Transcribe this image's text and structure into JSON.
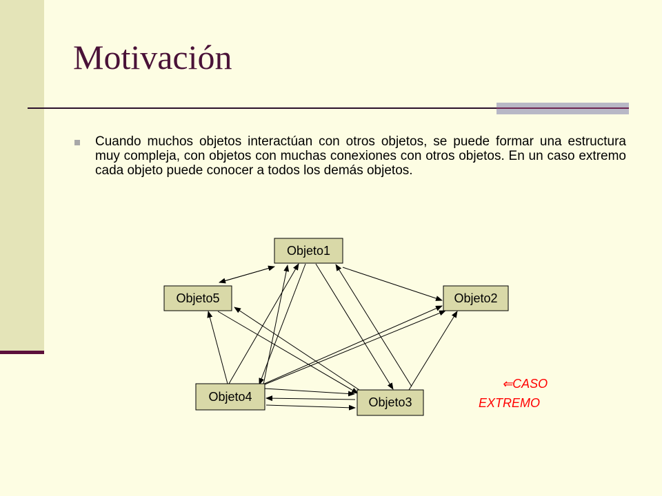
{
  "slide": {
    "title": "Motivación",
    "bullet": "Cuando muchos objetos interactúan con otros objetos, se puede formar una estructura muy compleja, con objetos con muchas conexiones con otros objetos. En un caso extremo cada objeto puede conocer a todos los demás objetos.",
    "note_arrow": "⇐",
    "note_line1": "CASO",
    "note_line2": "EXTREMO"
  },
  "colors": {
    "background": "#fdfde3",
    "side_bar": "#e4e4b8",
    "title": "#4a1238",
    "box_fill": "#d9d9a8",
    "note": "#ff0000"
  },
  "diagram": {
    "nodes": [
      {
        "id": "o1",
        "label": "Objeto1"
      },
      {
        "id": "o2",
        "label": "Objeto2"
      },
      {
        "id": "o3",
        "label": "Objeto3"
      },
      {
        "id": "o4",
        "label": "Objeto4"
      },
      {
        "id": "o5",
        "label": "Objeto5"
      }
    ]
  }
}
